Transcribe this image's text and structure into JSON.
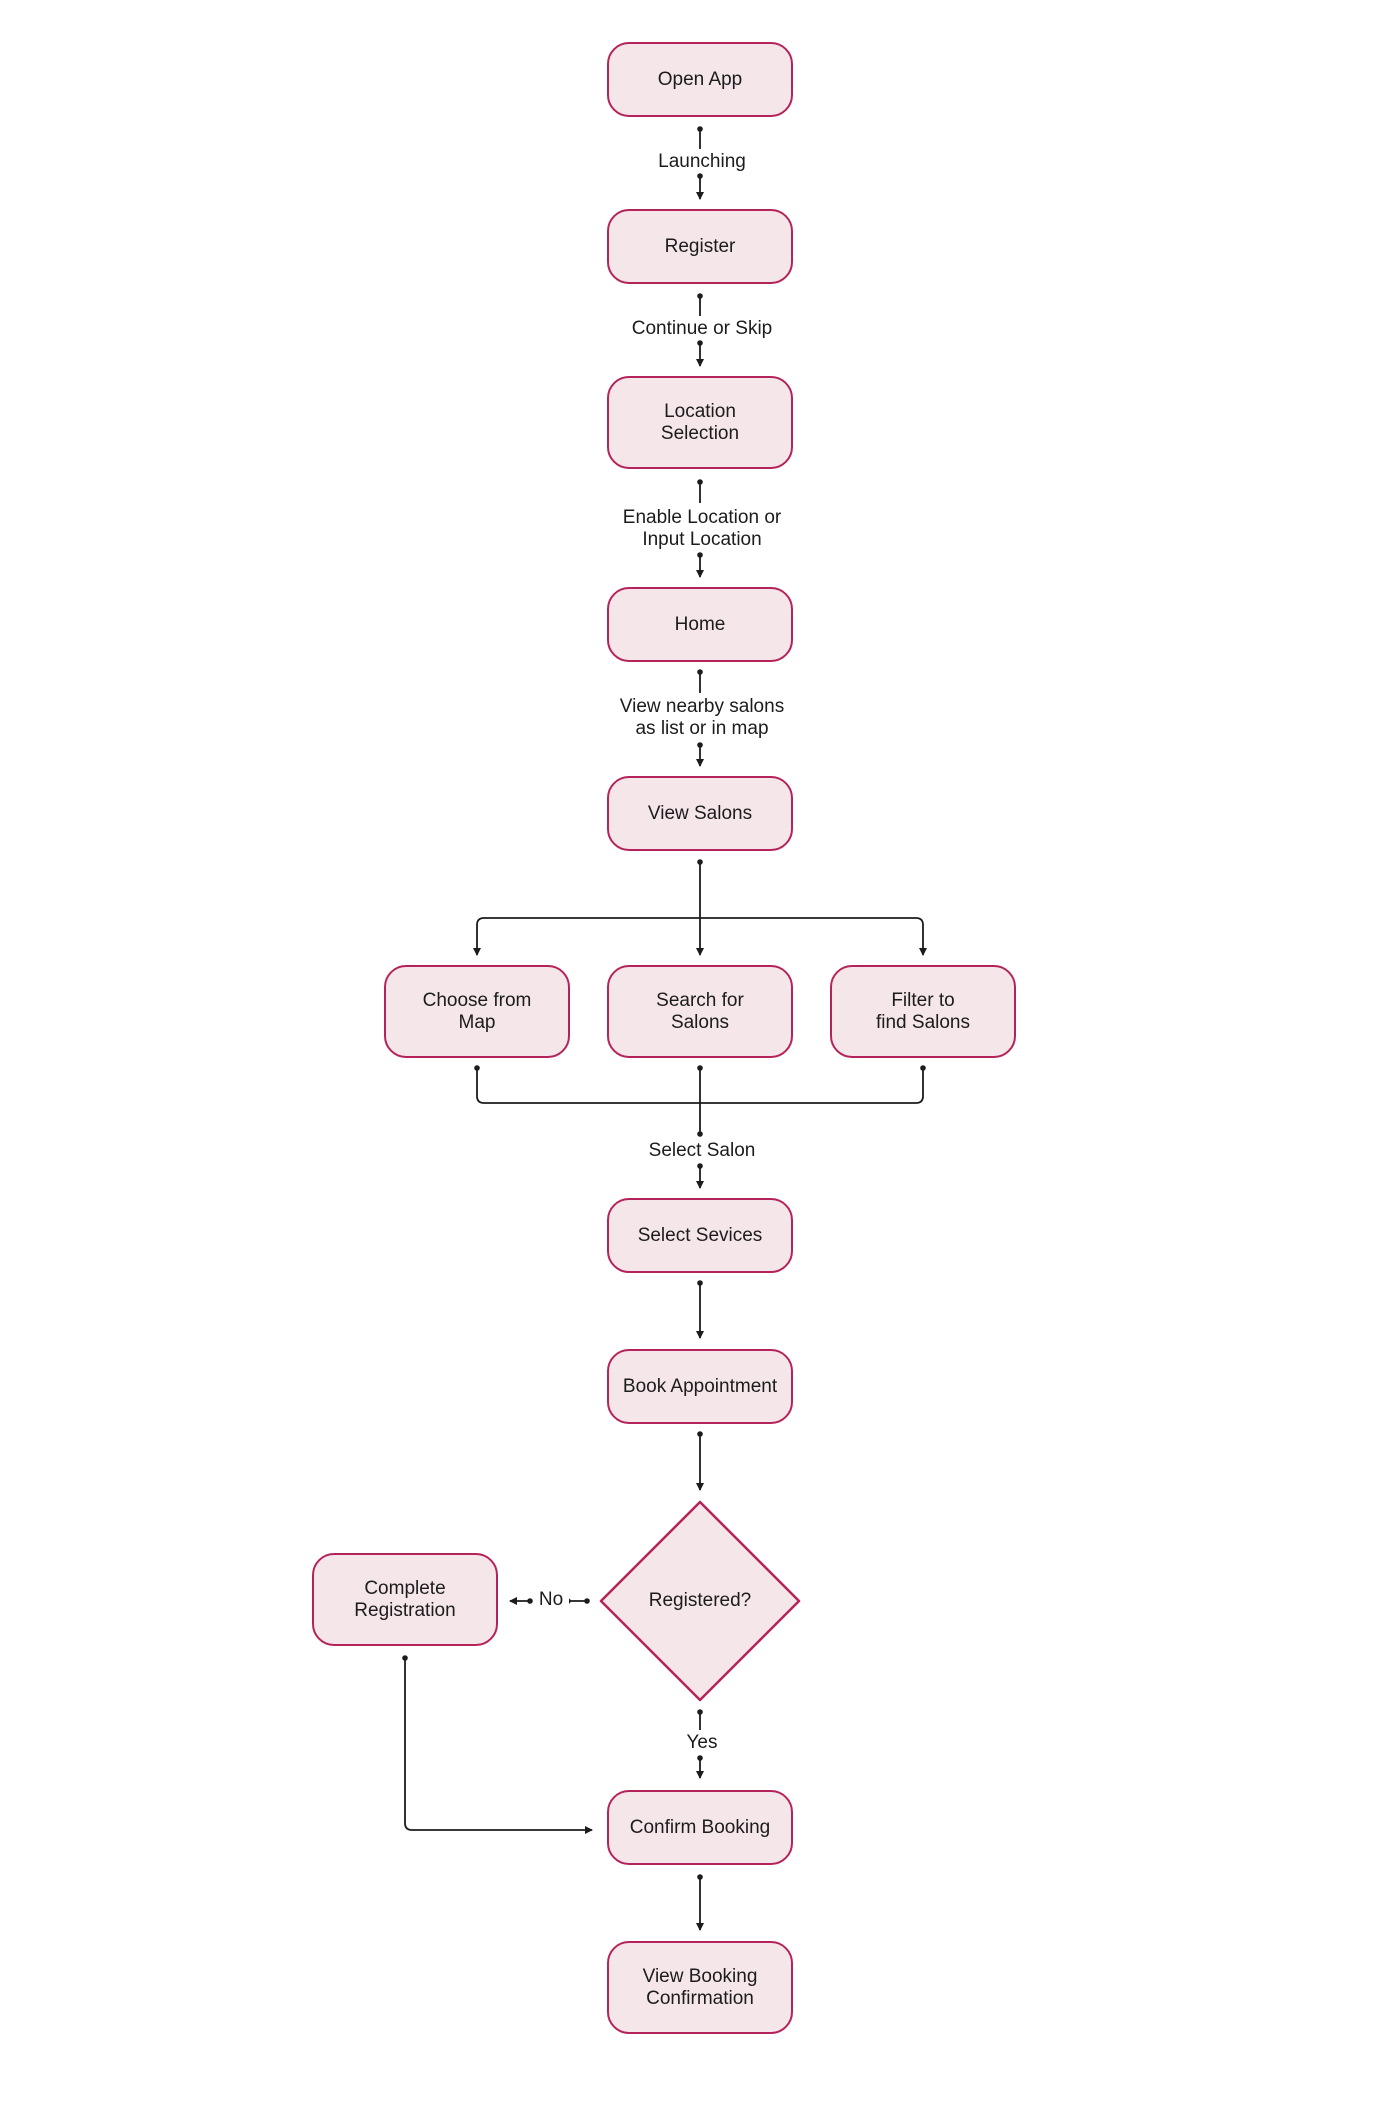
{
  "nodes": {
    "open_app": "Open App",
    "register": "Register",
    "location_selection": "Location\nSelection",
    "home": "Home",
    "view_salons": "View Salons",
    "choose_from_map": "Choose from\nMap",
    "search_for_salons": "Search for\nSalons",
    "filter_salons": "Filter to\nfind Salons",
    "select_services": "Select Sevices",
    "book_appointment": "Book Appointment",
    "registered": "Registered?",
    "complete_registration": "Complete\nRegistration",
    "confirm_booking": "Confirm Booking",
    "view_booking_confirmation": "View Booking\nConfirmation"
  },
  "edge_labels": {
    "launching": "Launching",
    "continue_or_skip": "Continue or Skip",
    "enable_location": "Enable Location or\nInput Location",
    "view_nearby": "View nearby salons\nas list or in map",
    "select_salon": "Select Salon",
    "no": "No",
    "yes": "Yes"
  },
  "colors": {
    "node_fill": "#f4e6e9",
    "node_border": "#b5235b",
    "edge": "#1c1c1c"
  }
}
